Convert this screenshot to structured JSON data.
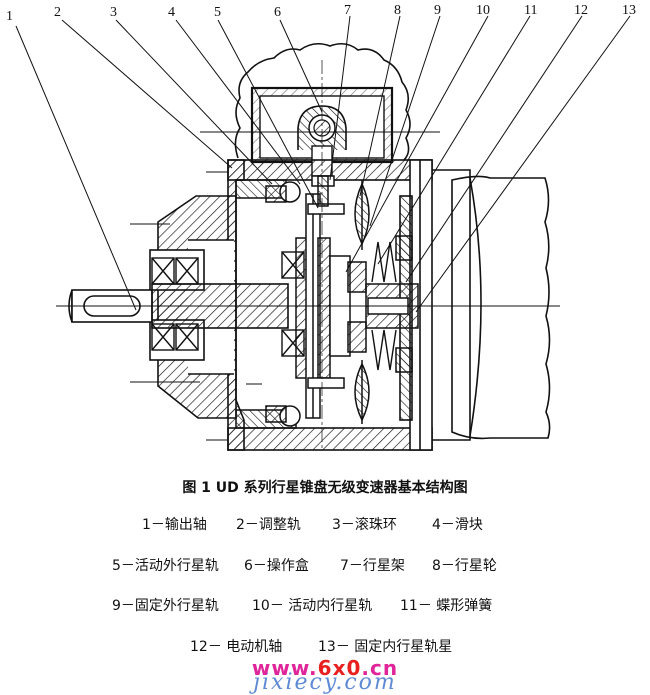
{
  "part_numbers": [
    "1",
    "2",
    "3",
    "4",
    "5",
    "6",
    "7",
    "8",
    "9",
    "10",
    "11",
    "12",
    "13"
  ],
  "caption": "图 1 UD 系列行星锥盘无级变速器基本结构图",
  "legend": [
    [
      "1－输出轴",
      "2－调整轨",
      "3－滚珠环",
      "4－滑块"
    ],
    [
      "5－活动外行星轨",
      "6－操作盒",
      "7－行星架",
      "8－行星轮"
    ],
    [
      "9－固定外行星轨",
      "10－ 活动内行星轨",
      "11－ 蝶形弹簧"
    ],
    [
      "12－ 电动机轴",
      "13－ 固定内行星轨星"
    ]
  ],
  "watermark": {
    "main_prefix": "www.",
    "main_accent": "6x0",
    "main_suffix": ".cn",
    "sub": "jixiecy.com"
  }
}
